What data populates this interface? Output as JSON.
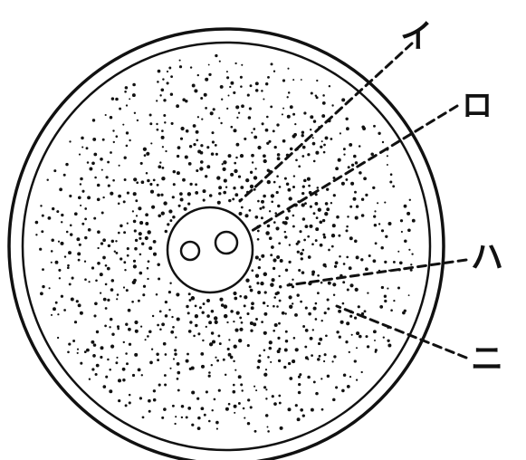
{
  "diagram": {
    "labels": [
      {
        "id": "i",
        "text": "イ"
      },
      {
        "id": "ro",
        "text": "ロ"
      },
      {
        "id": "ha",
        "text": "ハ"
      },
      {
        "id": "ni",
        "text": "ニ"
      }
    ],
    "colors": {
      "ink": "#111111",
      "paper": "#ffffff"
    }
  }
}
